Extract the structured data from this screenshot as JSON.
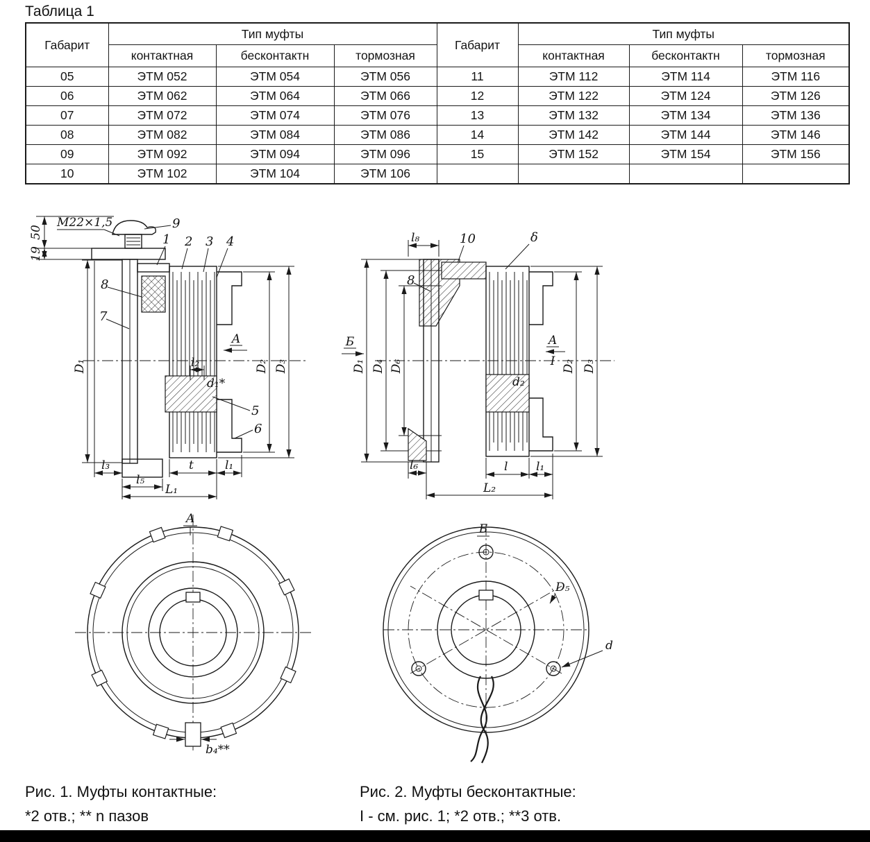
{
  "title": "Таблица 1",
  "table": {
    "gabarit": "Габарит",
    "type_header": "Тип муфты",
    "columns": [
      "контактная",
      "бесконтактн",
      "тормозная"
    ],
    "left_rows": [
      [
        "05",
        "ЭТМ 052",
        "ЭТМ 054",
        "ЭТМ 056"
      ],
      [
        "06",
        "ЭТМ 062",
        "ЭТМ 064",
        "ЭТМ 066"
      ],
      [
        "07",
        "ЭТМ 072",
        "ЭТМ 074",
        "ЭТМ 076"
      ],
      [
        "08",
        "ЭТМ 082",
        "ЭТМ 084",
        "ЭТМ 086"
      ],
      [
        "09",
        "ЭТМ 092",
        "ЭТМ 094",
        "ЭТМ 096"
      ],
      [
        "10",
        "ЭТМ 102",
        "ЭТМ 104",
        "ЭТМ 106"
      ]
    ],
    "right_rows": [
      [
        "11",
        "ЭТМ 112",
        "ЭТМ 114",
        "ЭТМ 116"
      ],
      [
        "12",
        "ЭТМ 122",
        "ЭТМ 124",
        "ЭТМ 126"
      ],
      [
        "13",
        "ЭТМ 132",
        "ЭТМ 134",
        "ЭТМ 136"
      ],
      [
        "14",
        "ЭТМ 142",
        "ЭТМ 144",
        "ЭТМ 146"
      ],
      [
        "15",
        "ЭТМ 152",
        "ЭТМ 154",
        "ЭТМ 156"
      ],
      [
        "",
        "",
        "",
        ""
      ]
    ]
  },
  "fig1": {
    "caption_title": "Рис. 1. Муфты контактные:",
    "caption_note": "*2 отв.; ** n пазов",
    "cs": {
      "thread": "М22×1,5",
      "d50": "50",
      "d19": "19",
      "n1": "1",
      "n2": "2",
      "n3": "3",
      "n4": "4",
      "n5": "5",
      "n6": "6",
      "n7": "7",
      "n8": "8",
      "n9": "9",
      "D1": "D₁",
      "D2": "D₂",
      "D3": "D₃",
      "viewA": "А",
      "l2": "l₂",
      "d1": "d₁*",
      "l3": "l₃",
      "l5": "l₅",
      "t": "t",
      "l1": "l₁",
      "L1": "L₁"
    },
    "fv": {
      "view": "А",
      "b4": "b₄**"
    }
  },
  "fig2": {
    "caption_title": "Рис. 2. Муфты бесконтактные:",
    "caption_note": "I - см. рис. 1; *2 отв.; **3 отв.",
    "cs": {
      "l8": "l₈",
      "n10": "10",
      "delta": "δ",
      "n8": "8",
      "viewB": "Б",
      "D1": "D₁",
      "D4": "D₄",
      "D6": "D₆",
      "viewA": "А",
      "detail": "I",
      "d2": "d₂",
      "D2": "D₂",
      "D3": "D₃",
      "l6": "l₆",
      "l": "l",
      "l1": "l₁",
      "L2": "L₂"
    },
    "fv": {
      "view": "Б",
      "D5": "D₅",
      "d": "d"
    }
  }
}
